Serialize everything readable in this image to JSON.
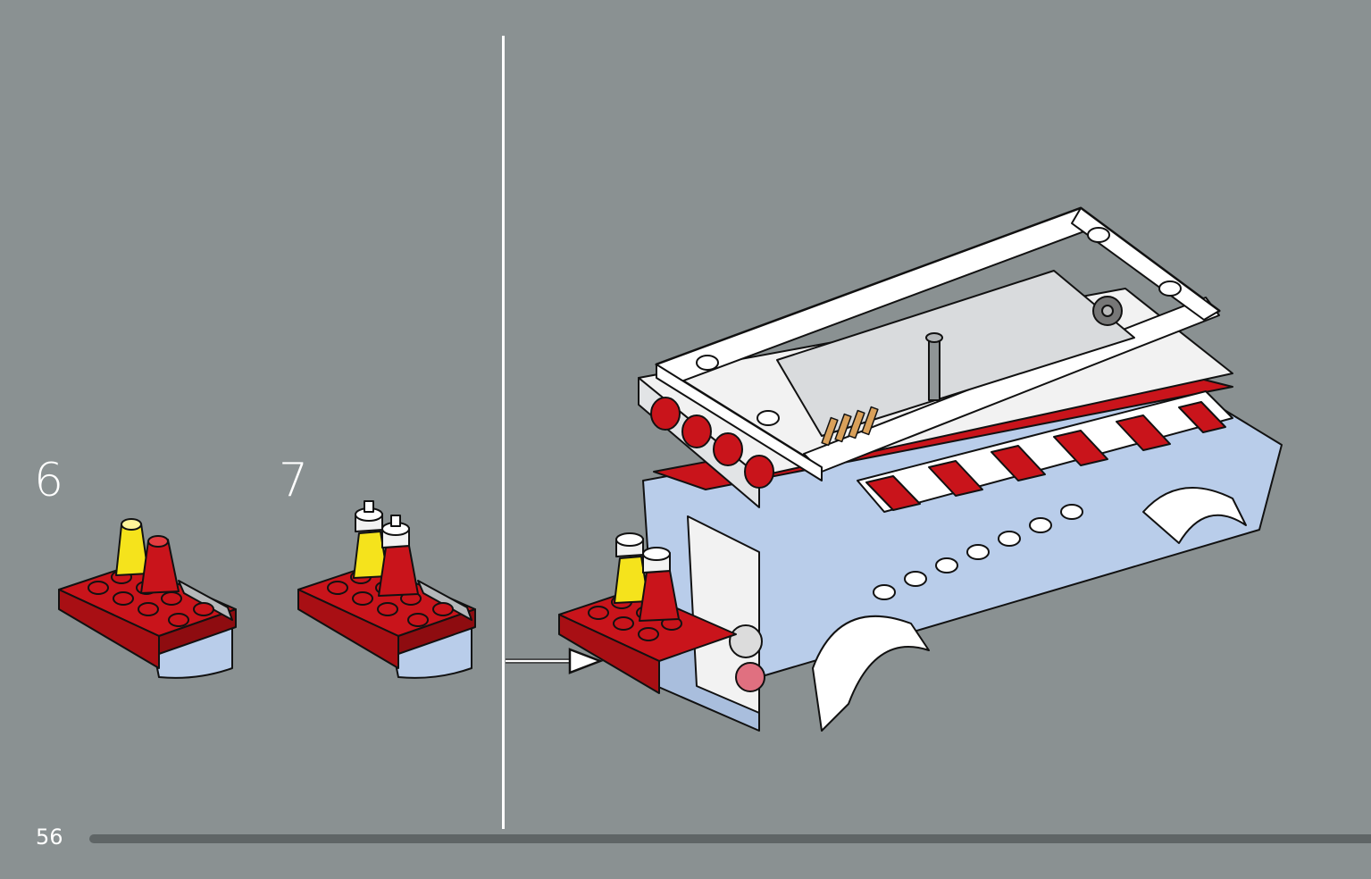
{
  "steps": [
    {
      "number": "6"
    },
    {
      "number": "7"
    }
  ],
  "page_number": "56",
  "colors": {
    "background": "#8a9192",
    "brick_red": "#c9141b",
    "brick_white": "#f2f2f2",
    "brick_light_blue": "#b9cdea",
    "brick_yellow": "#f5e31c",
    "outline": "#111111",
    "progress_track": "#5f6566"
  },
  "icons": {
    "callout_arrow": "arrow-right-icon"
  }
}
